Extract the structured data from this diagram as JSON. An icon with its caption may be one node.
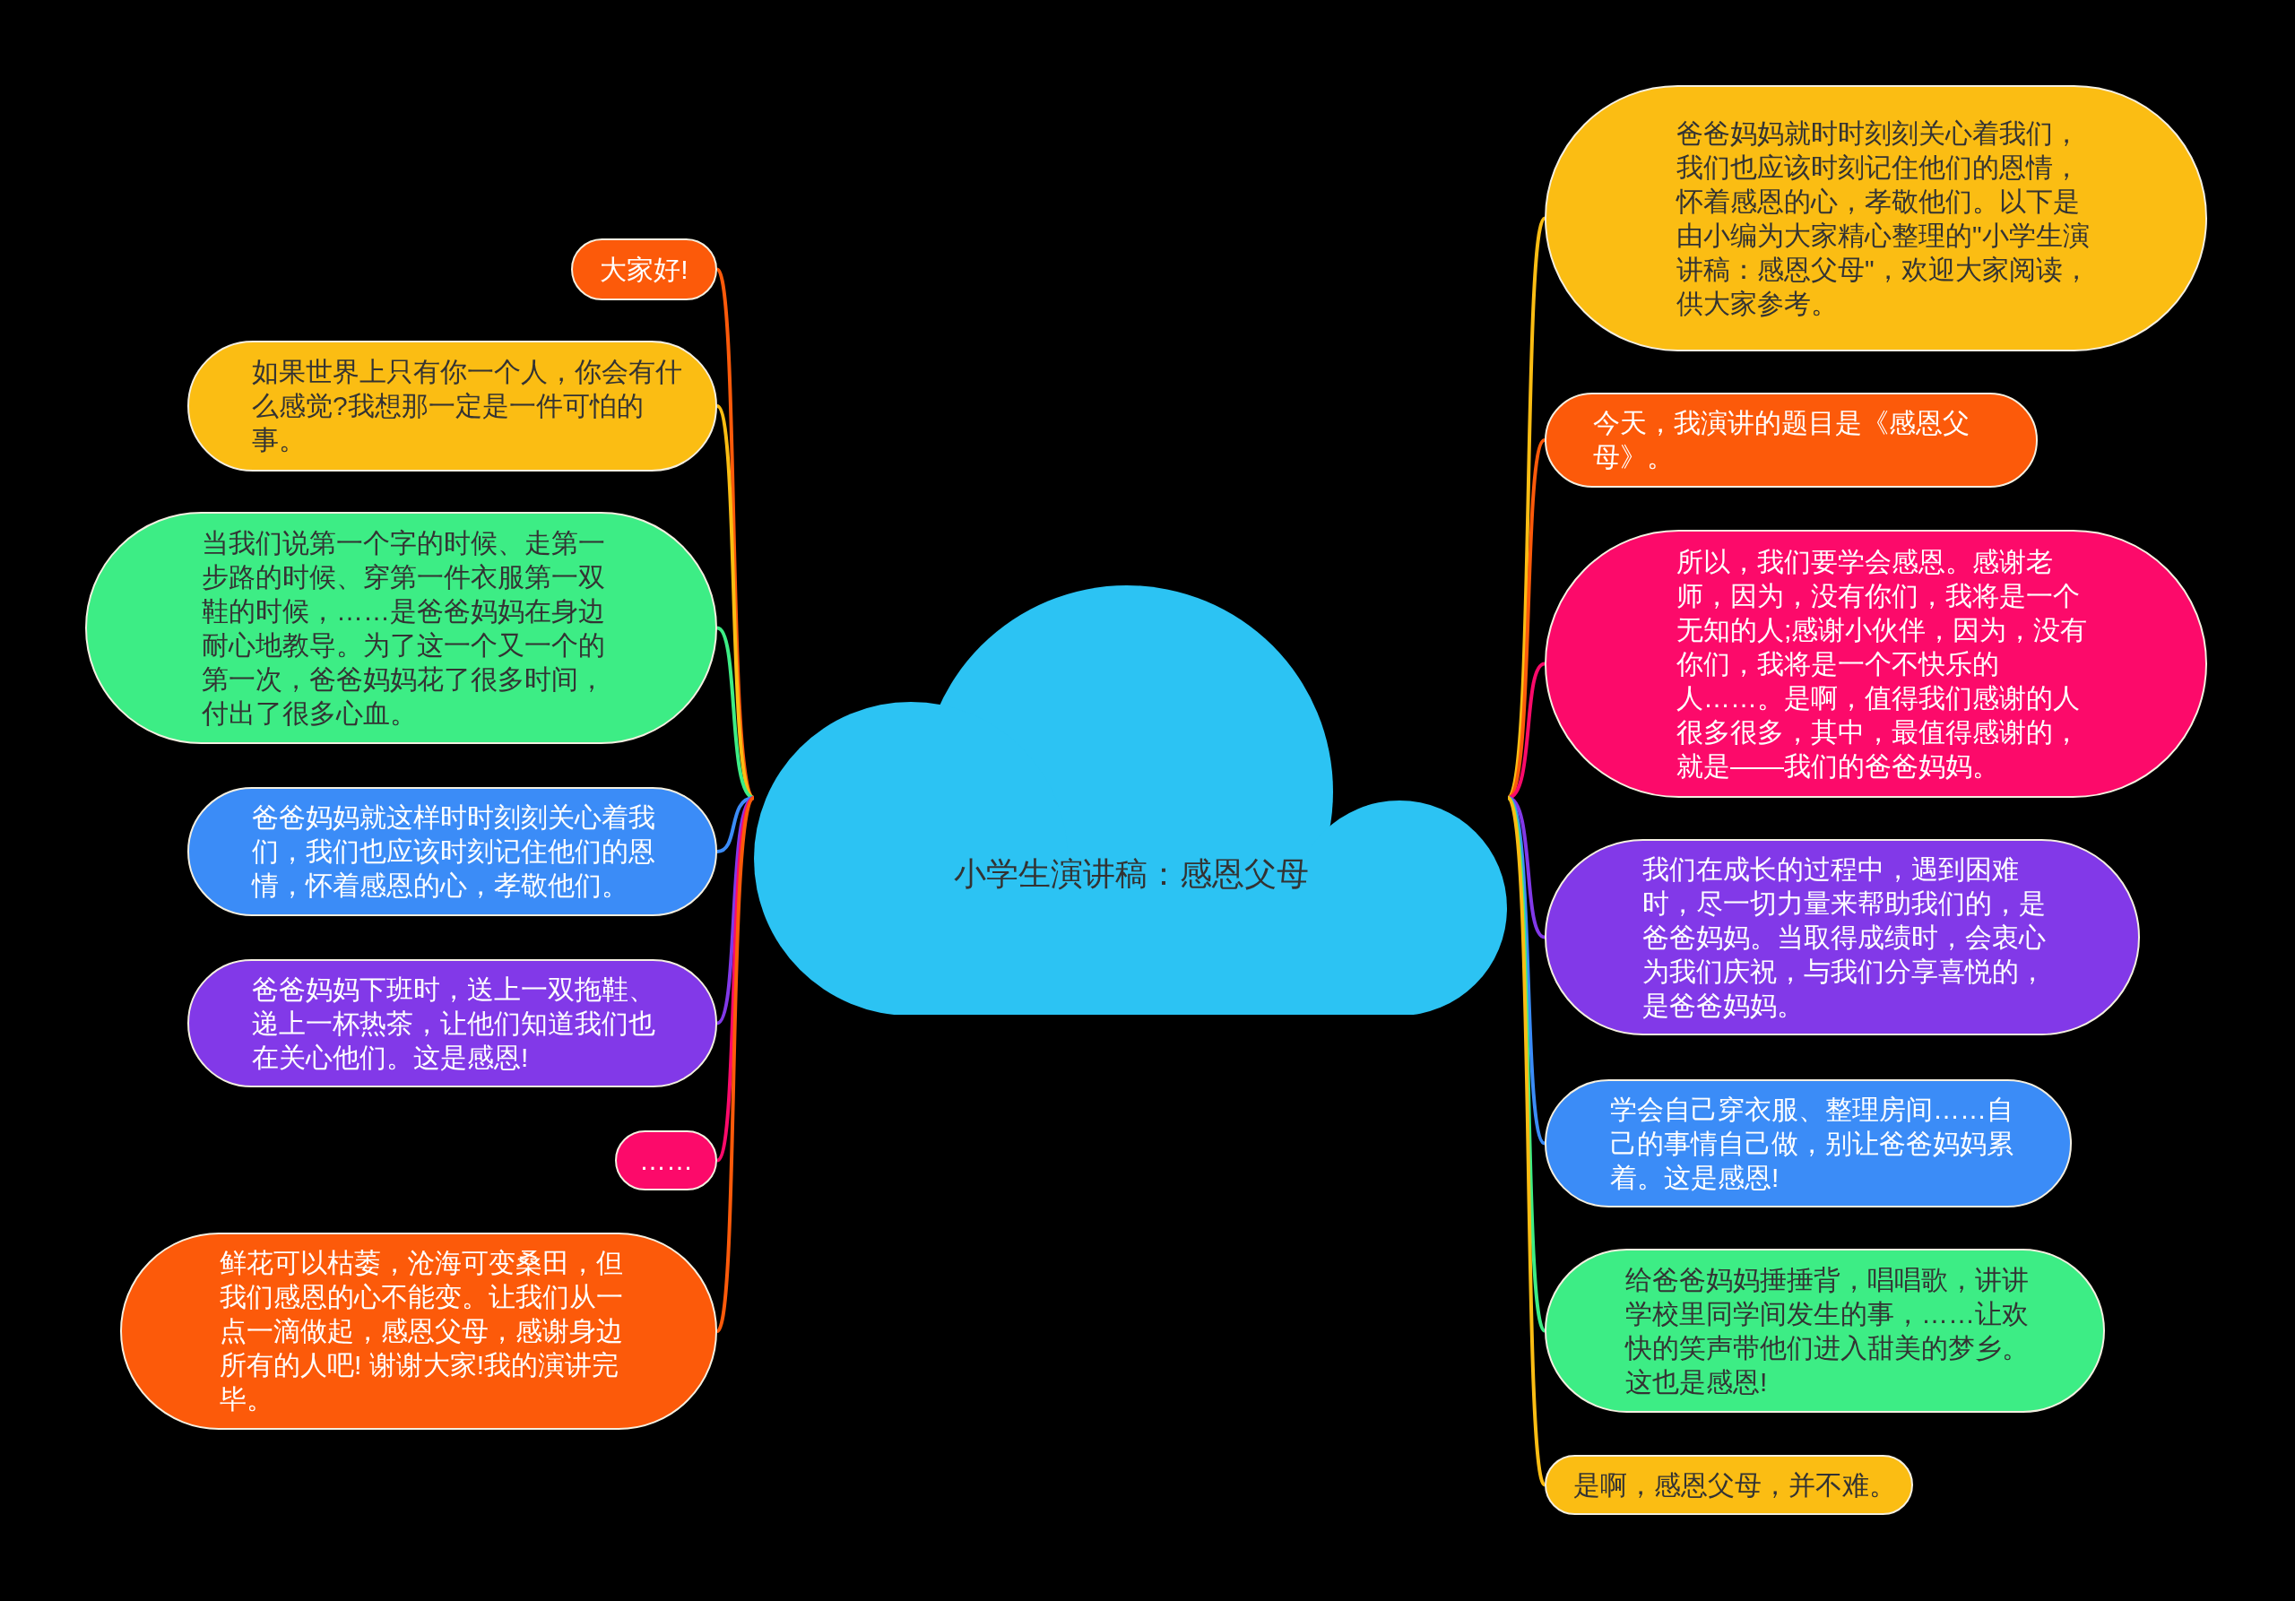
{
  "diagram": {
    "nodes": [
      {
        "text": [
          "小学生演讲稿：感恩父母"
        ]
      },
      {
        "text": [
          "大家好!"
        ]
      },
      {
        "text": [
          "如果世界上只有你一个人，你会有什么感觉?我想那一定是一件可怕的事。"
        ]
      },
      {
        "text": [
          "当我们说第一个字的时候、走第一步路的时候、穿第一件衣服第一双鞋的时候，……是爸爸妈妈在身边耐心地教导。为了这一个又一个的第一次，爸爸妈妈花了很多时间，付出了很多心血。"
        ]
      },
      {
        "text": [
          "爸爸妈妈就这样时时刻刻关心着我们，我们也应该时刻记住他们的恩情，怀着感恩的心，孝敬他们。"
        ]
      },
      {
        "text": [
          "爸爸妈妈下班时，送上一双拖鞋、递上一杯热茶，让他们知道我们也在关心他们。这是感恩!"
        ]
      },
      {
        "text": [
          "……"
        ]
      },
      {
        "text": [
          "鲜花可以枯萎，沧海可变桑田，但我们感恩的心不能变。让我们从一点一滴做起，感恩父母，感谢身边所有的人吧! 谢谢大家!我的演讲完毕。"
        ]
      },
      {
        "text": [
          "爸爸妈妈就时时刻刻关心着我们，我们也应该时刻记住他们的恩情，怀着感恩的心，孝敬他们。以下是由小编为大家精心整理的\"小学生演讲稿：感恩父母\"，欢迎大家阅读，供大家参考。"
        ]
      },
      {
        "text": [
          "今天，我演讲的题目是《感恩父母》。"
        ]
      },
      {
        "text": [
          "所以，我们要学会感恩。感谢老师，因为，没有你们，我将是一个无知的人;感谢小伙伴，因为，没有你们，我将是一个不快乐的人……。是啊，值得我们感谢的人很多很多，其中，最值得感谢的，就是——我们的爸爸妈妈。"
        ]
      },
      {
        "text": [
          "我们在成长的过程中，遇到困难时，尽一切力量来帮助我们的，是爸爸妈妈。当取得成绩时，会衷心为我们庆祝，与我们分享喜悦的，是爸爸妈妈。"
        ]
      },
      {
        "text": [
          "学会自己穿衣服、整理房间……自己的事情自己做，别让爸爸妈妈累着。这是感恩!"
        ]
      },
      {
        "text": [
          "给爸爸妈妈捶捶背，唱唱歌，讲讲学校里同学间发生的事，……让欢快的笑声带他们进入甜美的梦乡。这也是感恩!"
        ]
      },
      {
        "text": [
          "是啊，感恩父母，并不难。"
        ]
      }
    ],
    "edges": [
      {
        "from": 0,
        "to": 1,
        "arrow": "none",
        "color": "#fc5a0a"
      },
      {
        "from": 0,
        "to": 2,
        "arrow": "none",
        "color": "#fbbd13"
      },
      {
        "from": 0,
        "to": 3,
        "arrow": "none",
        "color": "#3ded85"
      },
      {
        "from": 0,
        "to": 4,
        "arrow": "none",
        "color": "#3b8cf7"
      },
      {
        "from": 0,
        "to": 5,
        "arrow": "none",
        "color": "#8239e8"
      },
      {
        "from": 0,
        "to": 6,
        "arrow": "none",
        "color": "#fc0a6a"
      },
      {
        "from": 0,
        "to": 7,
        "arrow": "none",
        "color": "#fc5a0a"
      },
      {
        "from": 0,
        "to": 8,
        "arrow": "none",
        "color": "#fbbd13"
      },
      {
        "from": 0,
        "to": 9,
        "arrow": "none",
        "color": "#fc5a0a"
      },
      {
        "from": 0,
        "to": 10,
        "arrow": "none",
        "color": "#fc0a6a"
      },
      {
        "from": 0,
        "to": 11,
        "arrow": "none",
        "color": "#8239e8"
      },
      {
        "from": 0,
        "to": 12,
        "arrow": "none",
        "color": "#3b8cf7"
      },
      {
        "from": 0,
        "to": 13,
        "arrow": "none",
        "color": "#3ded85"
      },
      {
        "from": 0,
        "to": 14,
        "arrow": "none",
        "color": "#fbbd13"
      }
    ]
  }
}
